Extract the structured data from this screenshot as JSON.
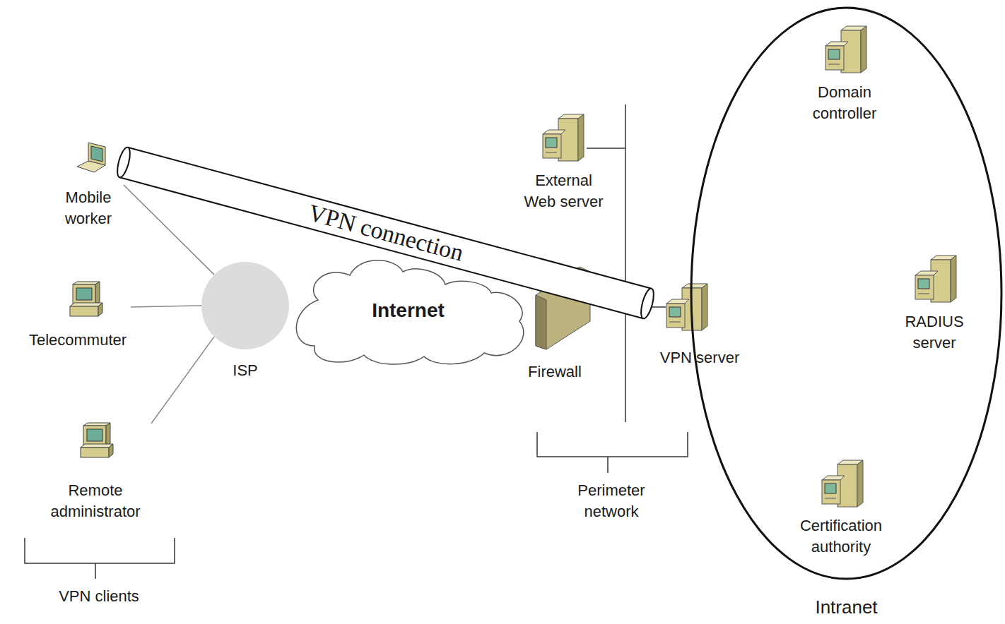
{
  "diagram": {
    "nodes": [
      {
        "text": [
          "Mobile worker"
        ]
      },
      {
        "text": [
          "Telecommuter"
        ]
      },
      {
        "text": [
          "Remote administrator"
        ]
      },
      {
        "text": [
          "ISP"
        ]
      },
      {
        "text": [
          "Internet"
        ]
      },
      {
        "text": [
          "External Web server"
        ]
      },
      {
        "text": [
          "Firewall"
        ]
      },
      {
        "text": [
          "VPN server"
        ]
      },
      {
        "text": [
          "Intranet"
        ]
      },
      {
        "text": [
          "Domain controller"
        ],
        "in": 8
      },
      {
        "text": [
          "RADIUS server"
        ],
        "in": 8
      },
      {
        "text": [
          "Certification authority"
        ],
        "in": 8
      }
    ],
    "edges": [
      {
        "from": 0,
        "to": 3,
        "arrow": "none"
      },
      {
        "from": 1,
        "to": 3,
        "arrow": "none"
      },
      {
        "from": 2,
        "to": 3,
        "arrow": "none"
      },
      {
        "from": 0,
        "to": 7,
        "label": "VPN connection",
        "arrow": "none"
      }
    ],
    "labels": [
      "Perimeter network",
      "VPN clients"
    ]
  }
}
